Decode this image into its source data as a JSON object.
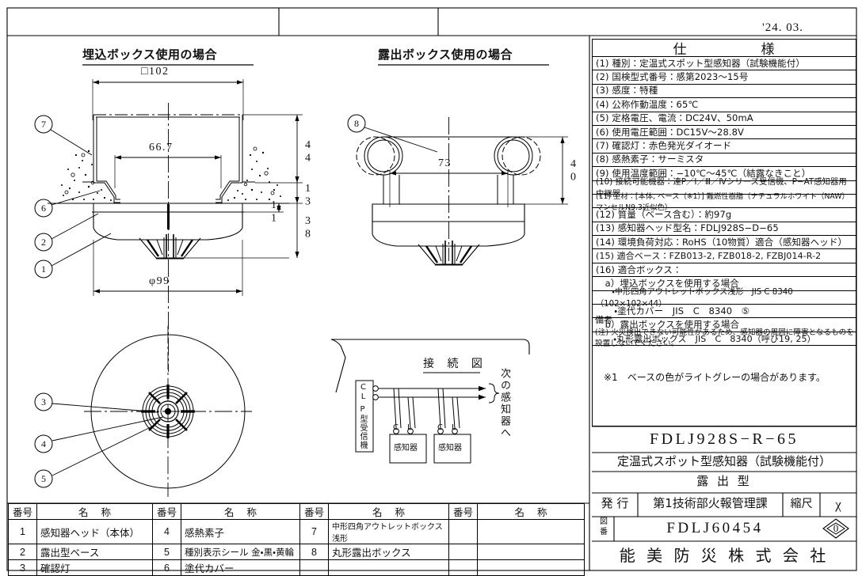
{
  "sheet": {
    "revision_date": "'24. 03.",
    "date_label": "'24. 03."
  },
  "views": {
    "left": {
      "title": "埋込ボックス使用の場合",
      "dimensions": {
        "box_width": "□102",
        "inner_width": "66.7",
        "height_44": "44",
        "height_13": "13",
        "height_11": "11",
        "height_38": "38",
        "diameter": "φ99"
      },
      "balloons": [
        "7",
        "6",
        "2",
        "1"
      ]
    },
    "right": {
      "title": "露出ボックス使用の場合",
      "dimensions": {
        "span_73": "73",
        "height_40": "40"
      },
      "balloons": [
        "8"
      ]
    },
    "bottom": {
      "balloons": [
        "3",
        "4",
        "5"
      ]
    },
    "wiring": {
      "title": "接 続 図",
      "receiver_label": "P型受信機",
      "terminal_c": "C",
      "terminal_l": "L",
      "detector_label": "感知器",
      "next_label": "次の感知器へ"
    }
  },
  "spec": {
    "header": "仕                       様",
    "header_left": "仕",
    "header_right": "様",
    "rows": [
      "(1) 種別：定温式スポット型感知器（試験機能付）",
      "(2) 国検型式番号：感第2023〜15号",
      "(3) 感度：特種",
      "(4) 公称作動温度：65℃",
      "(5) 定格電圧、電流：DC24V、50mA",
      "(6) 使用電圧範囲：DC15V〜28.8V",
      "(7) 確認灯：赤色発光ダイオード",
      "(8) 感熱素子：サーミスタ",
      "(9) 使用温度範囲：−10℃〜45℃（結露なきこと）",
      "(10) 接続可能機器：連P／Ⅰ／Ⅲ／Ⅳシリーズ受信機、P−AT感知器用中継器",
      "(11) 主材：[本体, ベース（※1）] 難燃性樹脂（ナチュラルホワイト（NAW） マンセルN9.3近似色）",
      "(12) 質量（ベース含む）：約97g",
      "(13) 感知器ヘッド型名：FDLJ928S−D−65",
      "(14) 環境負荷対応：RoHS（10物質）適合（感知器ヘッド）",
      "(15) 適合ベース：FZB013-2, FZB018-2, FZBJ014-R-2",
      "(16) 適合ボックス：",
      "　a）埋込ボックスを使用する場合",
      "　　・中形四角アウトレットボックス浅形　JIS C 8340（102×102×44）",
      "　　・塗代カバー　JIS　C　8340　⑤",
      "　b）露出ボックスを使用する場合",
      "　　・丸形露出ボックス　JIS　C　8340（呼び19, 25）"
    ]
  },
  "remarks": {
    "header": "備考",
    "note": "(注) 火災検出できない可能性があるため、感知器の周囲に障害となるものを設置しないでください。",
    "footnote": "※1　ベースの色がライトグレーの場合があります。"
  },
  "title_block": {
    "model": "FDLJ928S−R−65",
    "product_name": "定温式スポット型感知器（試験機能付）",
    "type": "露  出  型",
    "issue_label": "発 行",
    "issue_dept": "第1技術部火報管理課",
    "scale_label": "縮尺",
    "scale_value": "χ",
    "drawing_no_label": "図番",
    "drawing_no_label_1": "図",
    "drawing_no_label_2": "番",
    "drawing_no": "FDLJ60454",
    "rev_mark": "0",
    "company": "能 美 防 災 株 式 会 社"
  },
  "legend": {
    "headers": {
      "num": "番号",
      "name": "名      称"
    },
    "rows": [
      {
        "n1": "1",
        "d1": "感知器ヘッド（本体）",
        "n2": "4",
        "d2": "感熱素子",
        "n3": "7",
        "d3": "中形四角アウトレットボックス浅形",
        "n4": "",
        "d4": ""
      },
      {
        "n1": "2",
        "d1": "露出型ベース",
        "n2": "5",
        "d2": "種別表示シール 金・黒・黄輪",
        "n3": "8",
        "d3": "丸形露出ボックス",
        "n4": "",
        "d4": ""
      },
      {
        "n1": "3",
        "d1": "確認灯",
        "n2": "6",
        "d2": "塗代カバー",
        "n3": "",
        "d3": "",
        "n4": "",
        "d4": ""
      }
    ]
  },
  "colors": {
    "line": "#000000",
    "paper": "#ffffff"
  }
}
